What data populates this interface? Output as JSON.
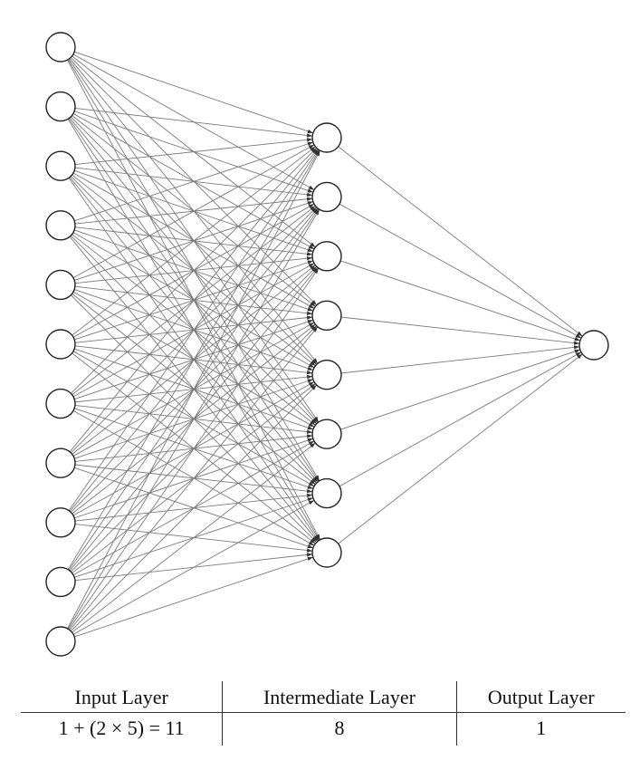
{
  "diagram": {
    "layers": [
      {
        "header": "Input Layer",
        "count_label": "1 + (2 × 5) = 11",
        "nodes": 11
      },
      {
        "header": "Intermediate Layer",
        "count_label": "8",
        "nodes": 8
      },
      {
        "header": "Output Layer",
        "count_label": "1",
        "nodes": 1
      }
    ],
    "edge_color": "#7a7a7a",
    "node_fill": "#ffffff",
    "node_stroke": "#222222"
  }
}
